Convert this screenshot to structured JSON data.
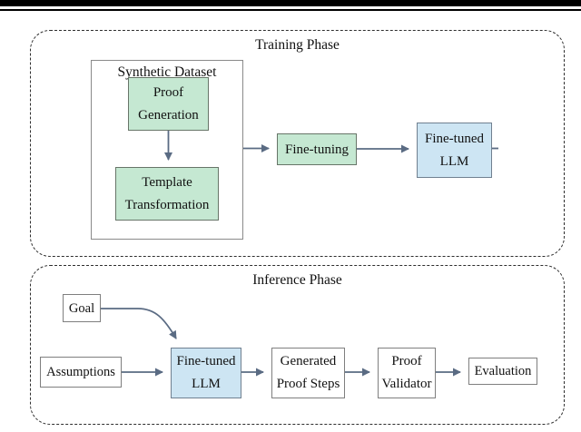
{
  "colors": {
    "green_fill": "#c5e8d2",
    "green_border": "#677568",
    "blue_fill": "#cde5f3",
    "blue_border": "#708090",
    "box_border": "#7f7f7f",
    "arrow_color": "#5a6b83",
    "dashed_color": "#2e2e2e",
    "text_color": "#111111",
    "topbar_color": "#000000"
  },
  "training_phase": {
    "title": "Training Phase",
    "synthetic_dataset_label": "Synthetic Dataset",
    "proof_generation": {
      "lines": [
        "Proof",
        "Generation"
      ]
    },
    "template_transformation": {
      "lines": [
        "Template",
        "Transformation"
      ]
    },
    "fine_tuning": {
      "label": "Fine-tuning"
    },
    "fine_tuned_llm": {
      "lines": [
        "Fine-tuned",
        "LLM"
      ]
    }
  },
  "inference_phase": {
    "title": "Inference Phase",
    "goal": {
      "label": "Goal"
    },
    "assumptions": {
      "label": "Assumptions"
    },
    "fine_tuned_llm": {
      "lines": [
        "Fine-tuned",
        "LLM"
      ]
    },
    "generated_proof_steps": {
      "lines": [
        "Generated",
        "Proof Steps"
      ]
    },
    "proof_validator": {
      "lines": [
        "Proof",
        "Validator"
      ]
    },
    "evaluation": {
      "label": "Evaluation"
    }
  }
}
